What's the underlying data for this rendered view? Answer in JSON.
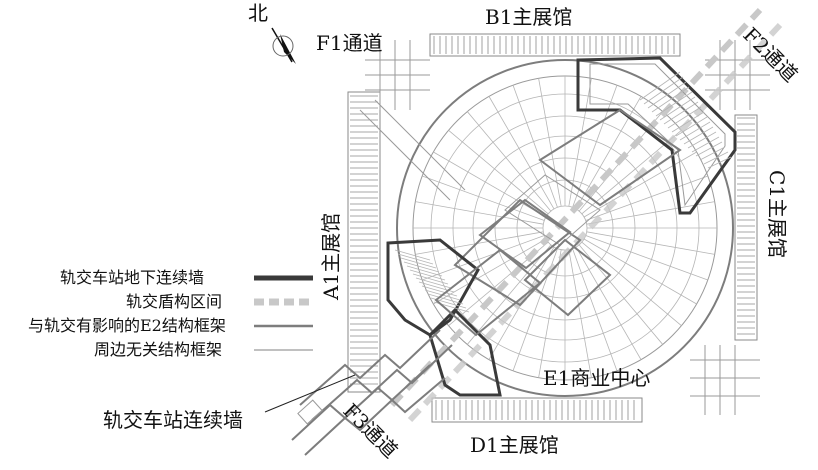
{
  "labels": {
    "north": "北",
    "b1": "B1主展馆",
    "f1": "F1通道",
    "f2": "F2通道",
    "a1": "A1主展馆",
    "c1": "C1主展馆",
    "e1": "E1商业中心",
    "d1": "D1主展馆",
    "f3": "F3通道",
    "wall_callout": "轨交车站连续墙"
  },
  "legend": [
    {
      "label": "轨交车站地下连续墙",
      "style": "wall",
      "color": "#3a3a3a"
    },
    {
      "label": "轨交盾构区间",
      "style": "shield",
      "color": "#c8c8c8"
    },
    {
      "label": "与轨交有影响的E2结构框架",
      "style": "e2",
      "color": "#7d7d7d"
    },
    {
      "label": "周边无关结构框架",
      "style": "thin",
      "color": "#9a9a9a"
    }
  ]
}
